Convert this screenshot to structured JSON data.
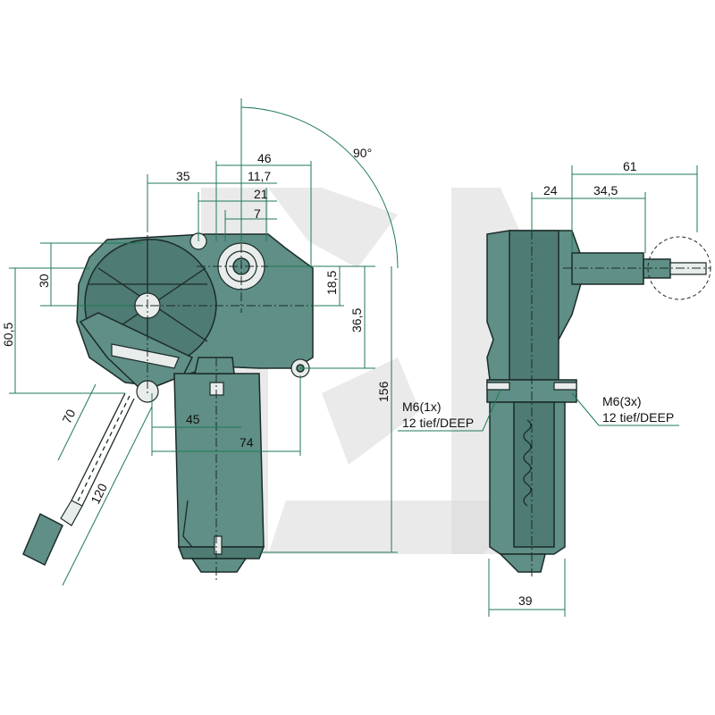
{
  "colors": {
    "part_fill": "#5f8f86",
    "dimension_line": "#1f7a55",
    "watermark": "#d9d9d9"
  },
  "dimensions": {
    "d46": "46",
    "d35": "35",
    "d11_7": "11,7",
    "d21": "21",
    "d7": "7",
    "d90": "90°",
    "d30": "30",
    "d60_5": "60,5",
    "d18_5": "18,5",
    "d36_5": "36,5",
    "d156": "156",
    "d45": "45",
    "d74": "74",
    "d70": "70",
    "d120": "120",
    "d61": "61",
    "d24": "24",
    "d34_5": "34,5",
    "d39": "39"
  },
  "notes": {
    "m6_1x_line1": "M6(1x)",
    "m6_1x_line2": "12 tief/DEEP",
    "m6_3x_line1": "M6(3x)",
    "m6_3x_line2": "12 tief/DEEP"
  }
}
